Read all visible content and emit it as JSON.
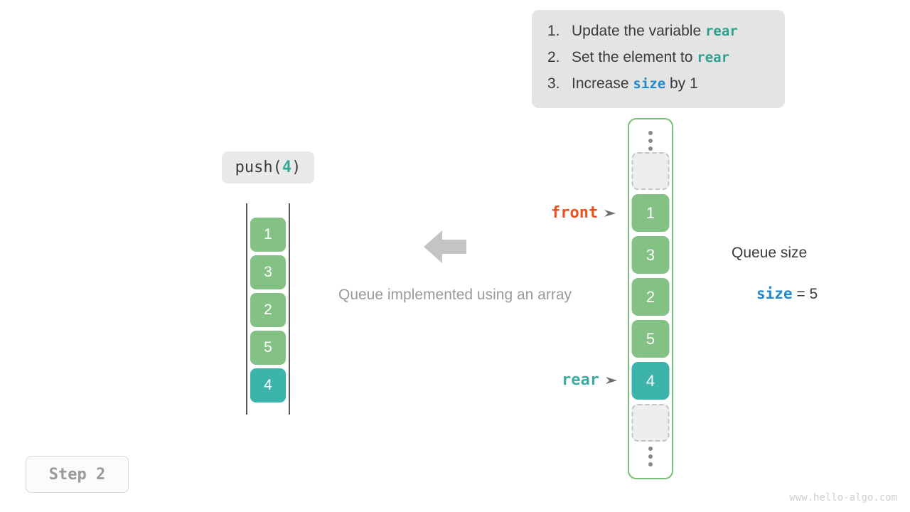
{
  "instructions": {
    "items": [
      {
        "num": "1.",
        "pre": "Update the variable ",
        "keyword": "rear",
        "keyword_color": "teal",
        "post": ""
      },
      {
        "num": "2.",
        "pre": "Set the element to ",
        "keyword": "rear",
        "keyword_color": "teal",
        "post": ""
      },
      {
        "num": "3.",
        "pre": "Increase ",
        "keyword": "size",
        "keyword_color": "blue",
        "post": " by 1"
      }
    ]
  },
  "operation": {
    "name": "push(",
    "argument": "4",
    "close": ")"
  },
  "left_array": {
    "cells": [
      {
        "value": "1",
        "color": "green"
      },
      {
        "value": "3",
        "color": "green"
      },
      {
        "value": "2",
        "color": "green"
      },
      {
        "value": "5",
        "color": "green"
      },
      {
        "value": "4",
        "color": "teal"
      }
    ]
  },
  "caption": "Queue implemented using an array",
  "queue": {
    "slots": [
      {
        "value": "",
        "state": "empty"
      },
      {
        "value": "1",
        "state": "filled",
        "color": "green"
      },
      {
        "value": "3",
        "state": "filled",
        "color": "green"
      },
      {
        "value": "2",
        "state": "filled",
        "color": "green"
      },
      {
        "value": "5",
        "state": "filled",
        "color": "green"
      },
      {
        "value": "4",
        "state": "filled",
        "color": "teal"
      },
      {
        "value": "",
        "state": "empty"
      }
    ]
  },
  "pointers": {
    "front": "front",
    "rear": "rear"
  },
  "size_readout": {
    "title": "Queue size",
    "variable": "size",
    "equals": " = ",
    "value": "5"
  },
  "step_badge": "Step 2",
  "watermark": "www.hello-algo.com",
  "colors": {
    "green": "#84c184",
    "teal": "#3cb3ab",
    "front_orange": "#e8541e",
    "rear_teal": "#3aada2",
    "size_blue": "#1f8ad0",
    "panel_gray": "#e4e4e4",
    "border_green": "#78bf78"
  }
}
